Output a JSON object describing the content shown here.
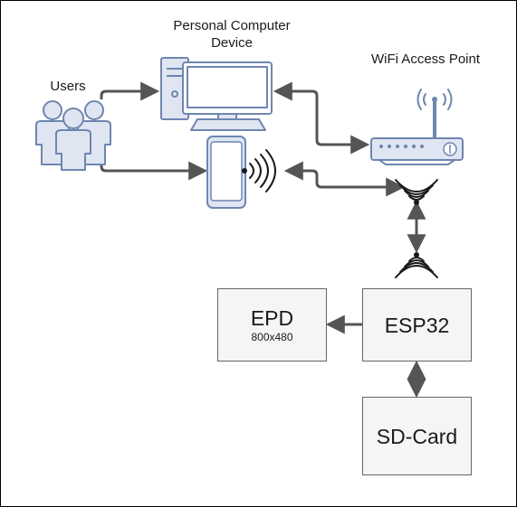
{
  "labels": {
    "users": "Users",
    "pc_line1": "Personal Computer",
    "pc_line2": "Device",
    "wifi_ap": "WiFi Access Point"
  },
  "boxes": {
    "epd_title": "EPD",
    "epd_resolution": "800x480",
    "esp32": "ESP32",
    "sdcard": "SD-Card"
  },
  "colors": {
    "border": "#000000",
    "icon_fill": "#dfe6f2",
    "icon_stroke": "#6f86b0",
    "arrow": "#555555",
    "box_fill": "#f5f5f5"
  },
  "icons": [
    "users-icon",
    "computer-icon",
    "smartphone-icon",
    "router-icon",
    "wireless-signal-icon"
  ]
}
